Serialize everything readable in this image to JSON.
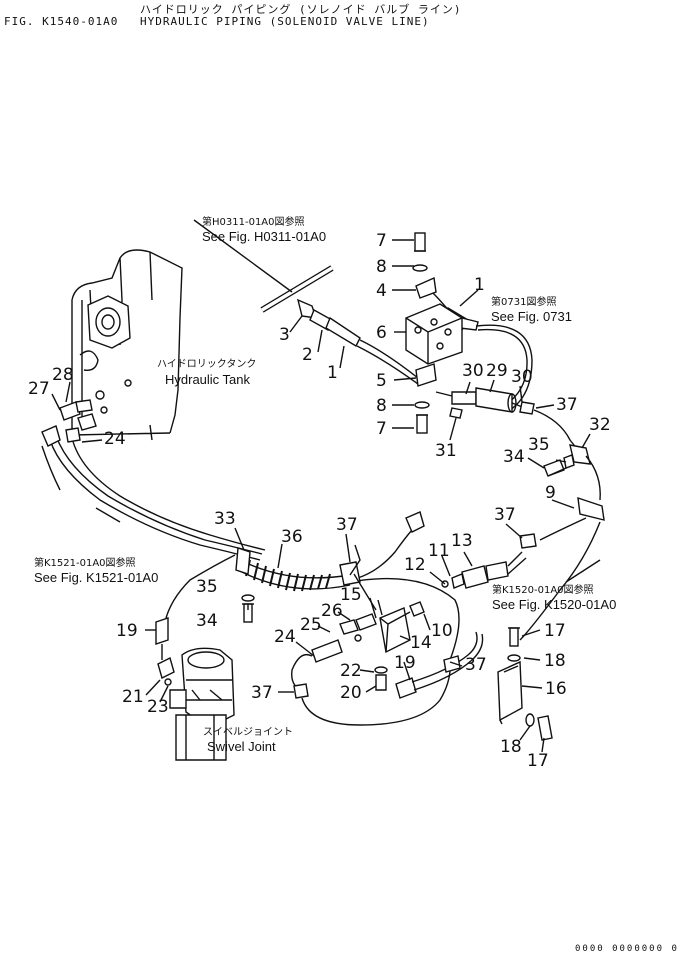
{
  "header": {
    "jp_title": "ハイドロリック パイピング (ソレノイド バルブ ライン)",
    "fig_no": "FIG. K1540-01A0",
    "title": "HYDRAULIC PIPING (SOLENOID VALVE LINE)"
  },
  "refs": {
    "h0311_jp": "第H0311-01A0図参照",
    "h0311_en": "See Fig. H0311-01A0",
    "f0731_jp": "第0731図参照",
    "f0731_en": "See Fig. 0731",
    "k1521_jp": "第K1521-01A0図参照",
    "k1521_en": "See Fig. K1521-01A0",
    "k1520_jp": "第K1520-01A0図参照",
    "k1520_en": "See Fig. K1520-01A0"
  },
  "components": {
    "tank_jp": "ハイドロリックタンク",
    "tank_en": "Hydraulic Tank",
    "swivel_jp": "スイベルジョイント",
    "swivel_en": "Swivel Joint"
  },
  "callouts": {
    "c7a": "7",
    "c8a": "8",
    "c4": "4",
    "c1a": "1",
    "c6": "6",
    "c3": "3",
    "c2": "2",
    "c1b": "1",
    "c5": "5",
    "c8b": "8",
    "c7b": "7",
    "c30a": "30",
    "c29": "29",
    "c30b": "30",
    "c37a": "37",
    "c31": "31",
    "c32": "32",
    "c35a": "35",
    "c34a": "34",
    "c9": "9",
    "c28": "28",
    "c27": "27",
    "c24a": "24",
    "c33": "33",
    "c36": "36",
    "c37b": "37",
    "c37c": "37",
    "c13": "13",
    "c11": "11",
    "c12": "12",
    "c35b": "35",
    "c34b": "34",
    "c15": "15",
    "c26": "26",
    "c25": "25",
    "c10": "10",
    "c14": "14",
    "c19a": "19",
    "c24b": "24",
    "c17a": "17",
    "c22": "22",
    "c19b": "19",
    "c37d": "37",
    "c18a": "18",
    "c16": "16",
    "c21": "21",
    "c23": "23",
    "c37e": "37",
    "c20": "20",
    "c18b": "18",
    "c17b": "17"
  },
  "footer": "0000  0000000 0"
}
